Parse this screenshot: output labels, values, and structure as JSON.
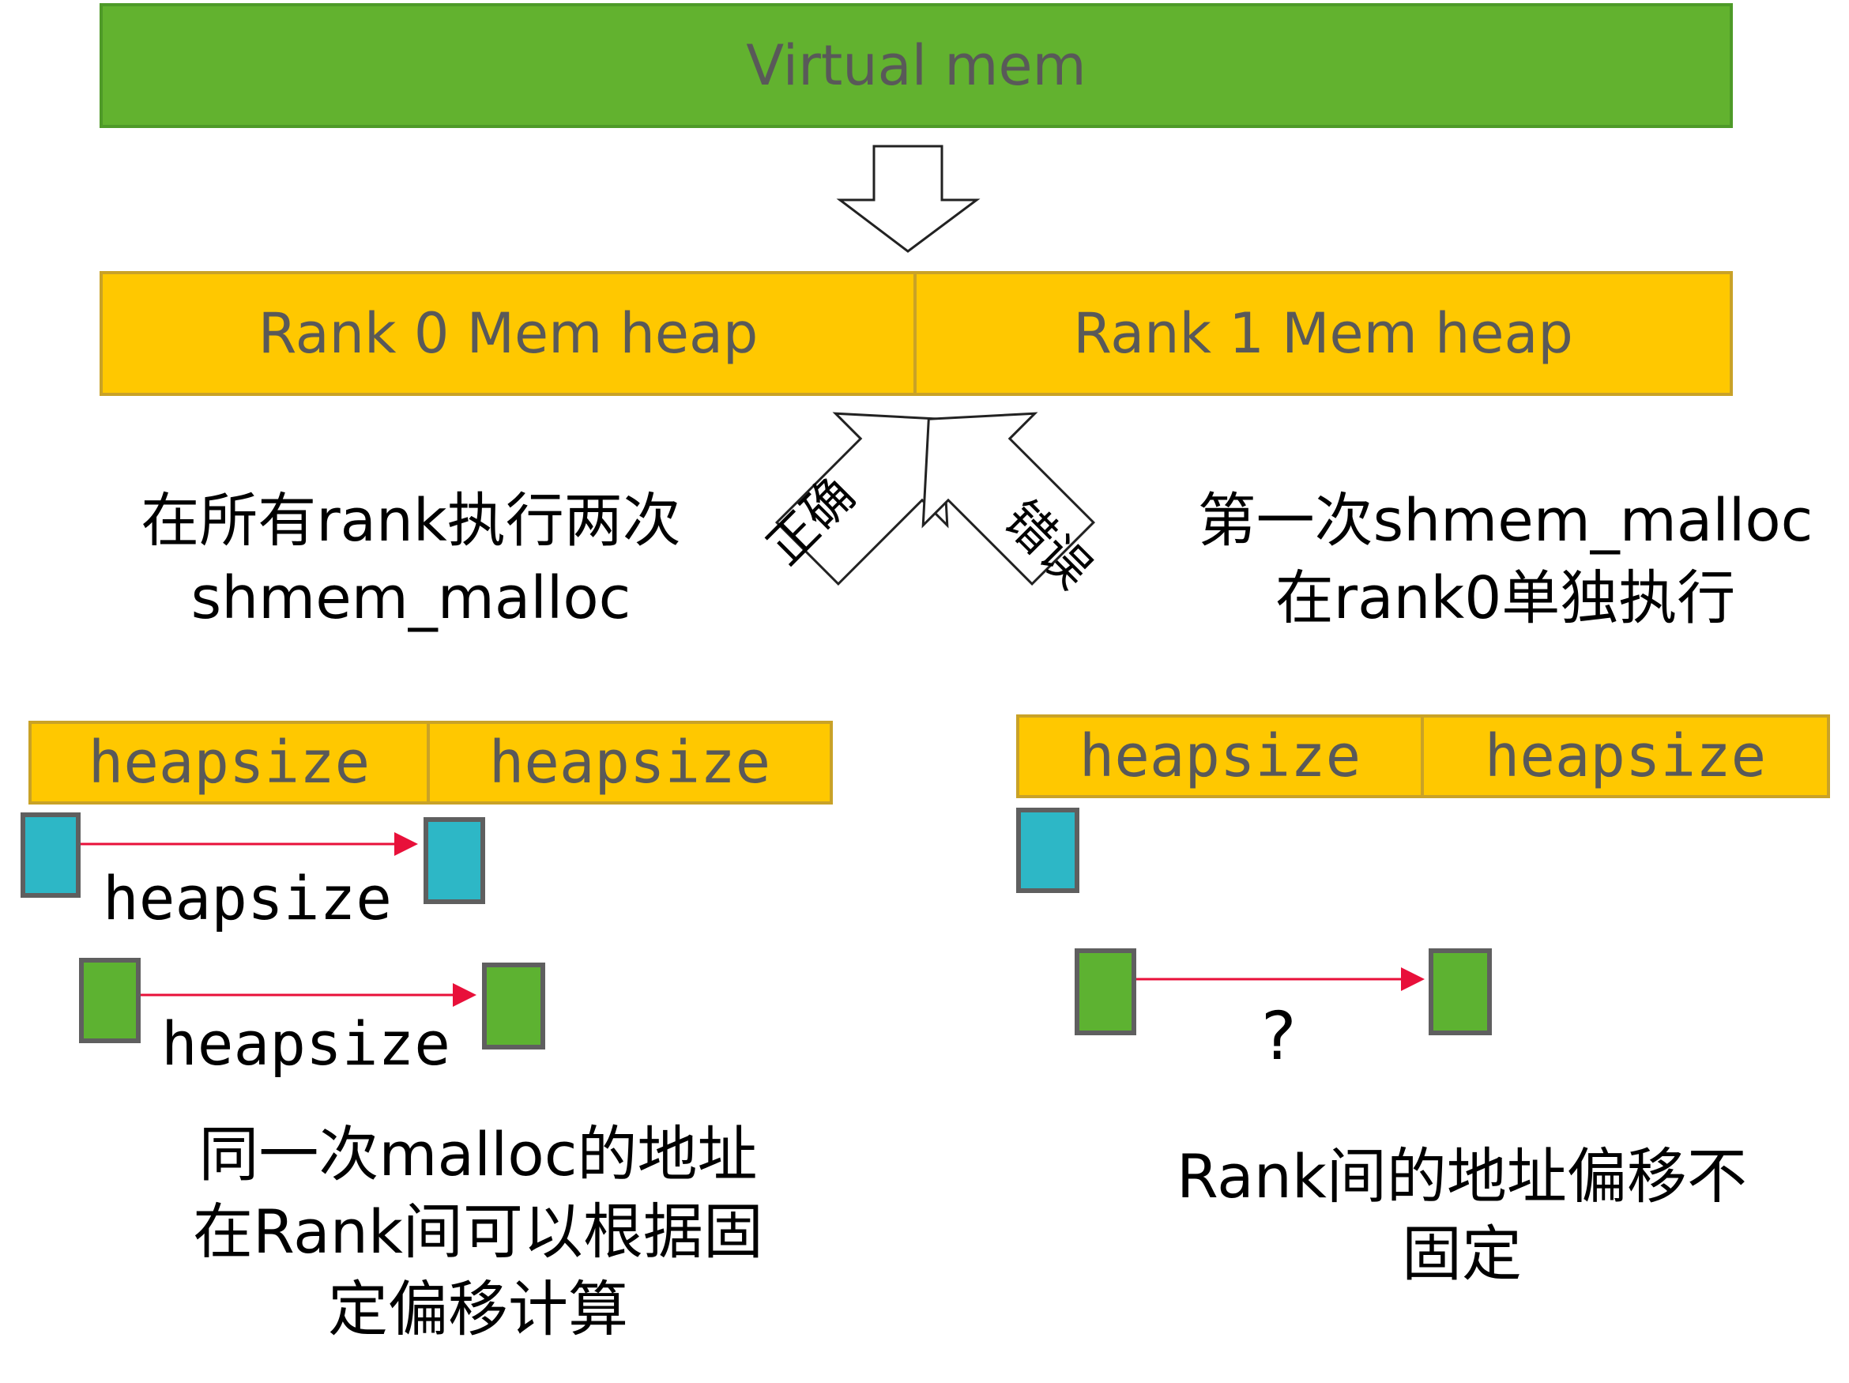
{
  "virtual_mem": "Virtual mem",
  "rank0_heap": "Rank 0 Mem heap",
  "rank1_heap": "Rank 1 Mem heap",
  "arrow_correct": "正确",
  "arrow_wrong": "错误",
  "left_caption_top": [
    "在所有rank执行两次",
    "shmem_malloc"
  ],
  "right_caption_top": [
    "第一次shmem_malloc",
    "在rank0单独执行"
  ],
  "heapsize": "heapsize",
  "left_offset_label": "heapsize",
  "left_offset_label2": "heapsize",
  "right_offset_label": "?",
  "left_caption_bottom": [
    "同一次malloc的地址",
    "在Rank间可以根据固",
    "定偏移计算"
  ],
  "right_caption_bottom": [
    "Rank间的地址偏移不",
    "固定"
  ],
  "colors": {
    "virtual_mem": "#62B22F",
    "heap": "#FFC800",
    "alloc_first": "#2DB7C6",
    "alloc_second": "#5DB231",
    "offset_arrow": "#E8103A"
  }
}
